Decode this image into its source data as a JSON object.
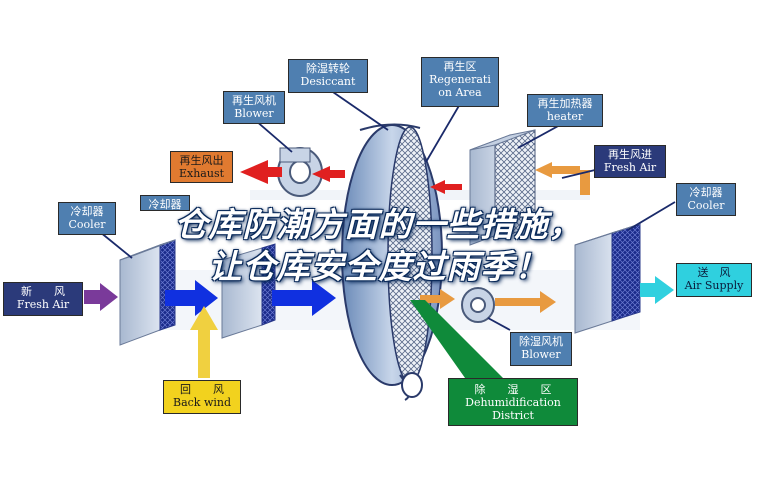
{
  "labels": {
    "desiccant": {
      "cn": "除湿转轮",
      "en": "Desiccant"
    },
    "regen_area": {
      "cn": "再生区",
      "en1": "Regenerati",
      "en2": "on Area"
    },
    "regen_blower": {
      "cn": "再生风机",
      "en": "Blower"
    },
    "regen_heater": {
      "cn": "再生加热器",
      "en": "heater"
    },
    "exhaust": {
      "cn": "再生风出",
      "en": "Exhaust"
    },
    "regen_fresh_air": {
      "cn": "再生风进",
      "en": "Fresh Air"
    },
    "cooler_left": {
      "cn": "冷却器",
      "en": "Cooler"
    },
    "cooler_left2": {
      "cn": "冷却器"
    },
    "cooler_right": {
      "cn": "冷却器",
      "en": "Cooler"
    },
    "fresh_air": {
      "cn": "新　　风",
      "en": "Fresh Air"
    },
    "air_supply": {
      "cn": "送　风",
      "en": "Air Supply"
    },
    "dehum_blower": {
      "cn": "除湿风机",
      "en": "Blower"
    },
    "back_wind": {
      "cn": "回　　风",
      "en": "Back wind"
    },
    "dehum_district": {
      "cn": "除　　湿　　区",
      "en1": "Dehumidification",
      "en2": "District"
    }
  },
  "overlay_title": {
    "line1": "仓库防潮方面的一些措施，",
    "line2": "让仓库安全度过雨季！"
  },
  "colors": {
    "label_blue": "#4f7fb0",
    "label_navy": "#2b3a7a",
    "exhaust_orange": "#e07a30",
    "back_wind_yellow": "#f2d21e",
    "district_green": "#0f8a3a",
    "supply_cyan": "#2fd0df",
    "arrow_red": "#e02020",
    "arrow_blue": "#1030e0",
    "arrow_purple": "#7a3a9a",
    "arrow_orange": "#e89a40",
    "arrow_yellow": "#f0d040"
  }
}
